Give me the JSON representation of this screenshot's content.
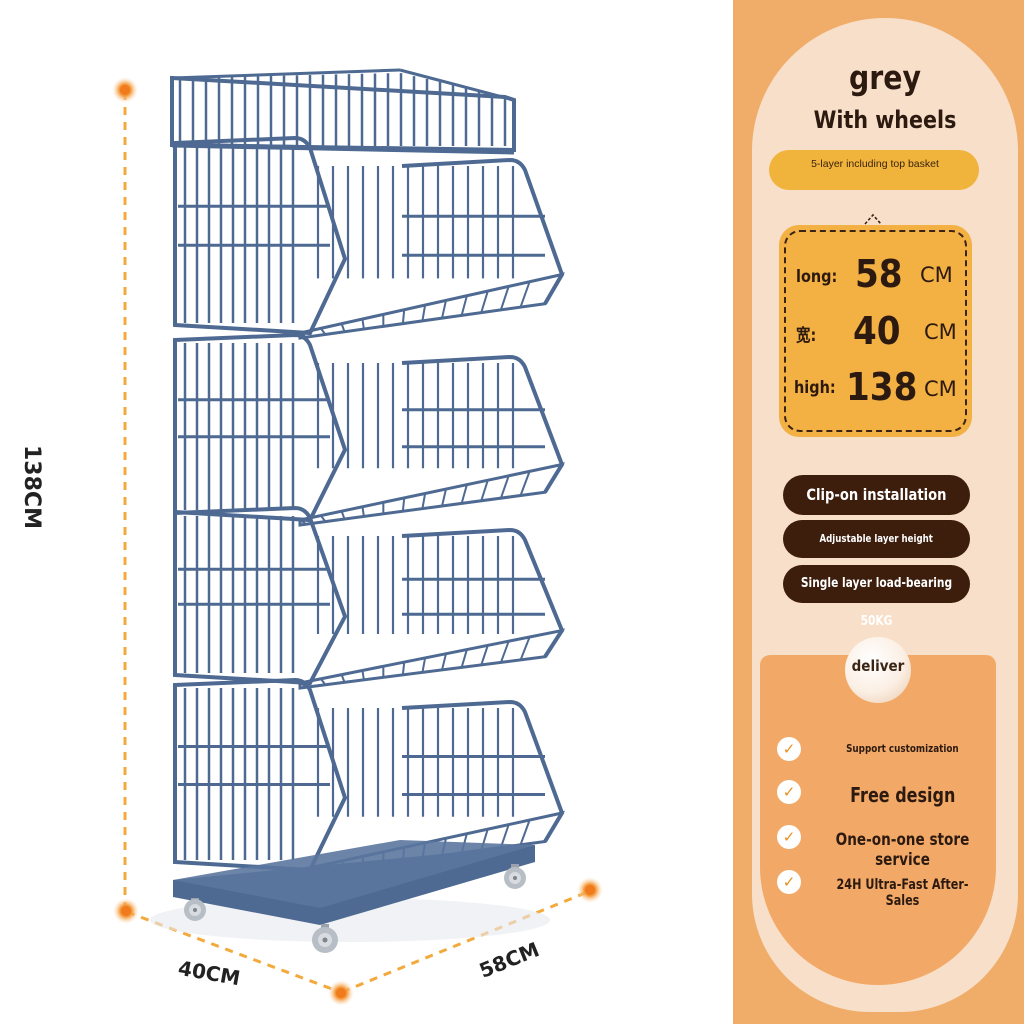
{
  "product": {
    "color": "grey",
    "wheels": "With wheels",
    "layers": "5-layer including top basket"
  },
  "dimensions": {
    "height_label": "138CM",
    "depth_label": "40CM",
    "length_label": "58CM",
    "rows": [
      {
        "key": "long:",
        "value": "58",
        "unit": "CM"
      },
      {
        "key": "宽:",
        "value": "40",
        "unit": "CM"
      },
      {
        "key": "high:",
        "value": "138",
        "unit": "CM"
      }
    ]
  },
  "features": [
    "Clip-on installation",
    "Adjustable layer height",
    "Single layer load-bearing 50KG"
  ],
  "deliver": {
    "badge": "deliver",
    "services": [
      "Support customization",
      "Free design",
      "One-on-one store service",
      "24H Ultra-Fast After-Sales"
    ]
  },
  "colors": {
    "shelf": "#4e6a92",
    "shelf_dark": "#3a5274",
    "accent_orange": "#f0ad69",
    "pill_brown": "#3d1d0c",
    "pill_yellow": "#f0b33b",
    "dim_line": "#f3a93b"
  },
  "icons": {
    "check": "check-icon",
    "marker": "dimension-dot-icon"
  }
}
